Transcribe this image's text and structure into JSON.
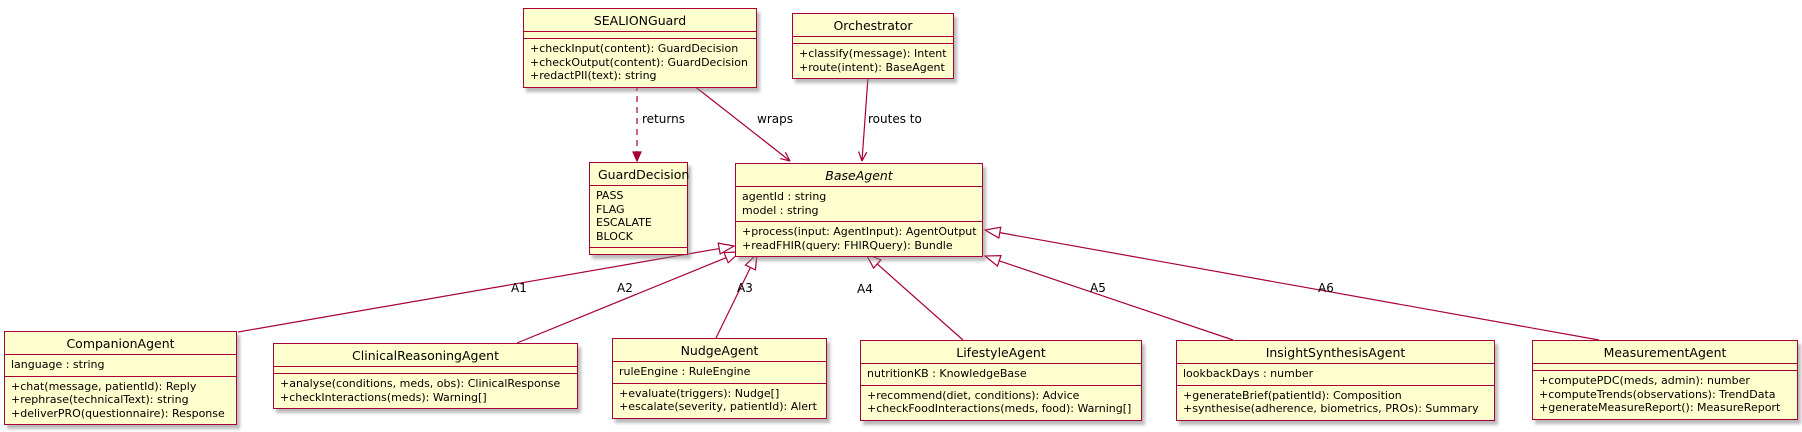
{
  "diagram": {
    "colors": {
      "box_fill": "#FEFECE",
      "box_border": "#A80036",
      "line": "#A80036",
      "shadow_gray": "#828282"
    },
    "classes": {
      "sealionguard": {
        "name": "SEALIONGuard",
        "attributes": [],
        "methods": [
          "+checkInput(content): GuardDecision",
          "+checkOutput(content): GuardDecision",
          "+redactPII(text): string"
        ]
      },
      "orchestrator": {
        "name": "Orchestrator",
        "attributes": [],
        "methods": [
          "+classify(message): Intent",
          "+route(intent): BaseAgent"
        ]
      },
      "guarddecision": {
        "name": "GuardDecision",
        "attributes": [
          "PASS",
          "FLAG",
          "ESCALATE",
          "BLOCK"
        ],
        "methods": []
      },
      "baseagent": {
        "name": "BaseAgent",
        "abstract": true,
        "attributes": [
          "agentId : string",
          "model : string"
        ],
        "methods": [
          "+process(input: AgentInput): AgentOutput",
          "+readFHIR(query: FHIRQuery): Bundle"
        ]
      },
      "companionagent": {
        "name": "CompanionAgent",
        "attributes": [
          "language : string"
        ],
        "methods": [
          "+chat(message, patientId): Reply",
          "+rephrase(technicalText): string",
          "+deliverPRO(questionnaire): Response"
        ]
      },
      "clinicalreasoningagent": {
        "name": "ClinicalReasoningAgent",
        "attributes": [],
        "methods": [
          "+analyse(conditions, meds, obs): ClinicalResponse",
          "+checkInteractions(meds): Warning[]"
        ]
      },
      "nudgeagent": {
        "name": "NudgeAgent",
        "attributes": [
          "ruleEngine : RuleEngine"
        ],
        "methods": [
          "+evaluate(triggers): Nudge[]",
          "+escalate(severity, patientId): Alert"
        ]
      },
      "lifestyleagent": {
        "name": "LifestyleAgent",
        "attributes": [
          "nutritionKB : KnowledgeBase"
        ],
        "methods": [
          "+recommend(diet, conditions): Advice",
          "+checkFoodInteractions(meds, food): Warning[]"
        ]
      },
      "insightsynthesisagent": {
        "name": "InsightSynthesisAgent",
        "attributes": [
          "lookbackDays : number"
        ],
        "methods": [
          "+generateBrief(patientId): Composition",
          "+synthesise(adherence, biometrics, PROs): Summary"
        ]
      },
      "measurementagent": {
        "name": "MeasurementAgent",
        "attributes": [],
        "methods": [
          "+computePDC(meds, admin): number",
          "+computeTrends(observations): TrendData",
          "+generateMeasureReport(): MeasureReport"
        ]
      }
    },
    "edge_labels": {
      "returns": "returns",
      "wraps": "wraps",
      "routes_to": "routes to",
      "a1": "A1",
      "a2": "A2",
      "a3": "A3",
      "a4": "A4",
      "a5": "A5",
      "a6": "A6"
    }
  }
}
